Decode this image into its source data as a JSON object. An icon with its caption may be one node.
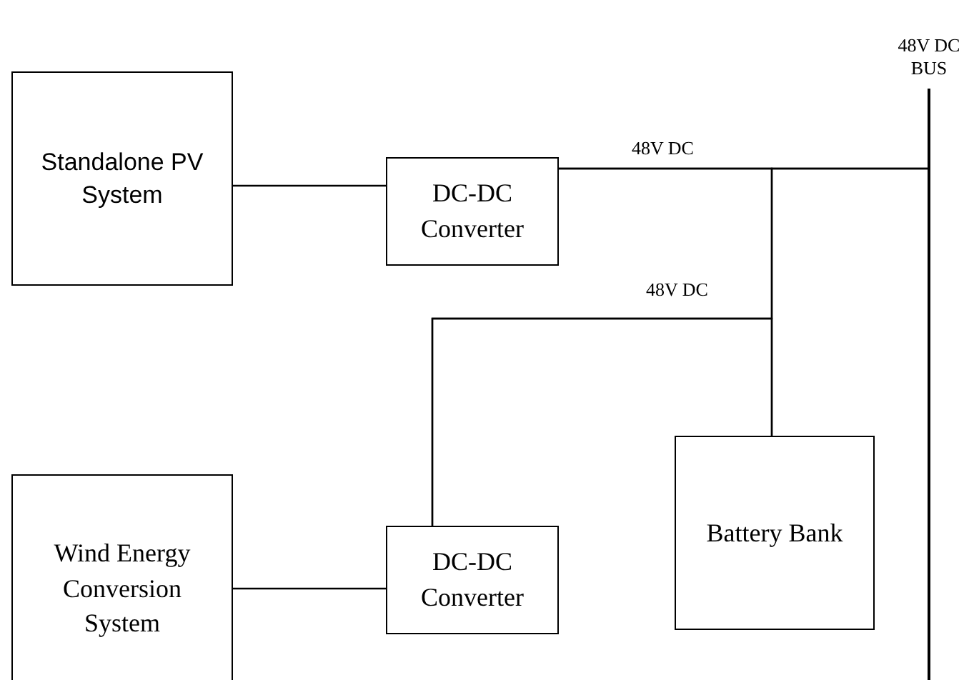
{
  "diagram": {
    "nodes": [
      {
        "text": [
          "Standalone PV System"
        ]
      },
      {
        "text": [
          "DC-DC Converter"
        ]
      },
      {
        "text": [
          "Wind Energy Conversion System"
        ]
      },
      {
        "text": [
          "DC-DC Converter"
        ]
      },
      {
        "text": [
          "Battery Bank"
        ]
      },
      {
        "text": [],
        "shape": "bar",
        "beside": [
          "48V DC BUS"
        ]
      }
    ],
    "edges": [
      {
        "from": 0,
        "to": 1,
        "arrow": "none"
      },
      {
        "from": 1,
        "to": 5,
        "arrow": "none",
        "label": "48V DC"
      },
      {
        "from": 1,
        "to": 4,
        "arrow": "none"
      },
      {
        "from": 3,
        "to": 5,
        "arrow": "none",
        "label": "48V DC"
      },
      {
        "from": 3,
        "to": 4,
        "arrow": "none"
      },
      {
        "from": 2,
        "to": 3,
        "arrow": "none"
      }
    ]
  }
}
